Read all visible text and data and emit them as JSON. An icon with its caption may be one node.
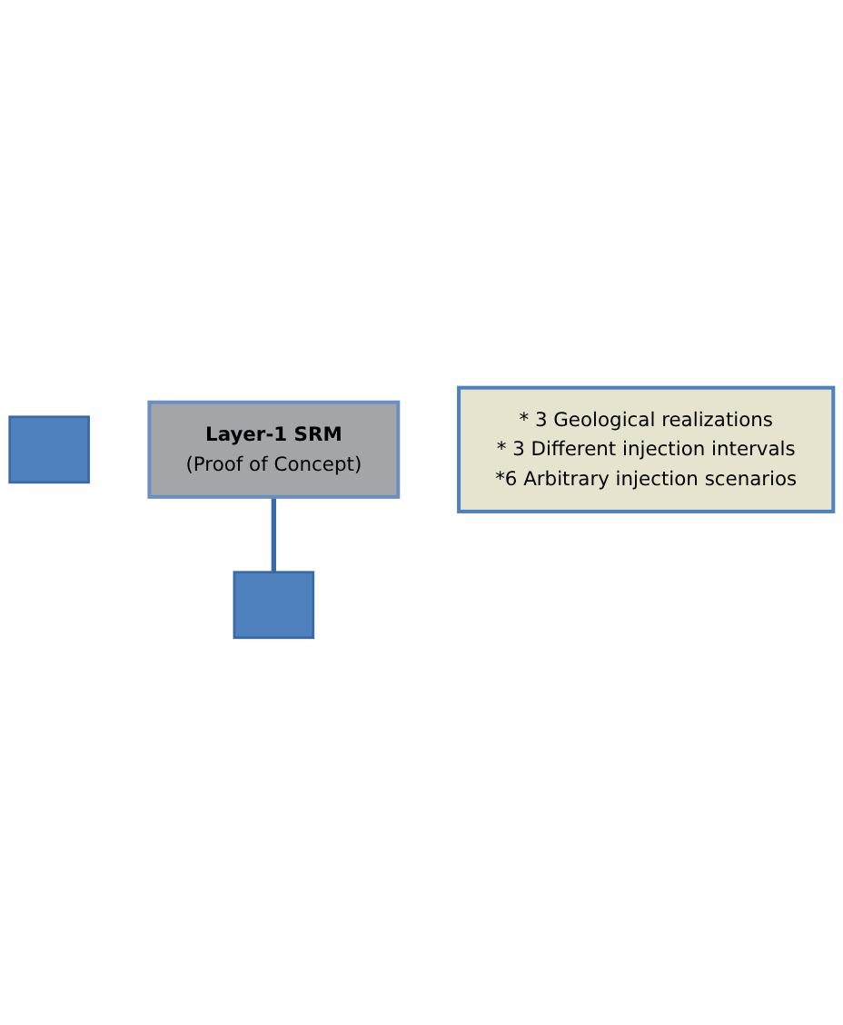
{
  "diagram": {
    "nodes": [
      {
        "text": [],
        "shape": "box"
      },
      {
        "text": [
          "Layer-1 SRM",
          "(Proof of Concept)"
        ]
      },
      {
        "text": [],
        "shape": "box"
      },
      {
        "text": [
          "* 3 Geological realizations",
          "* 3 Different injection intervals",
          "*6 Arbitrary injection scenarios"
        ]
      }
    ],
    "edges": [
      {
        "from": 1,
        "to": 2,
        "arrow": "none"
      }
    ]
  }
}
